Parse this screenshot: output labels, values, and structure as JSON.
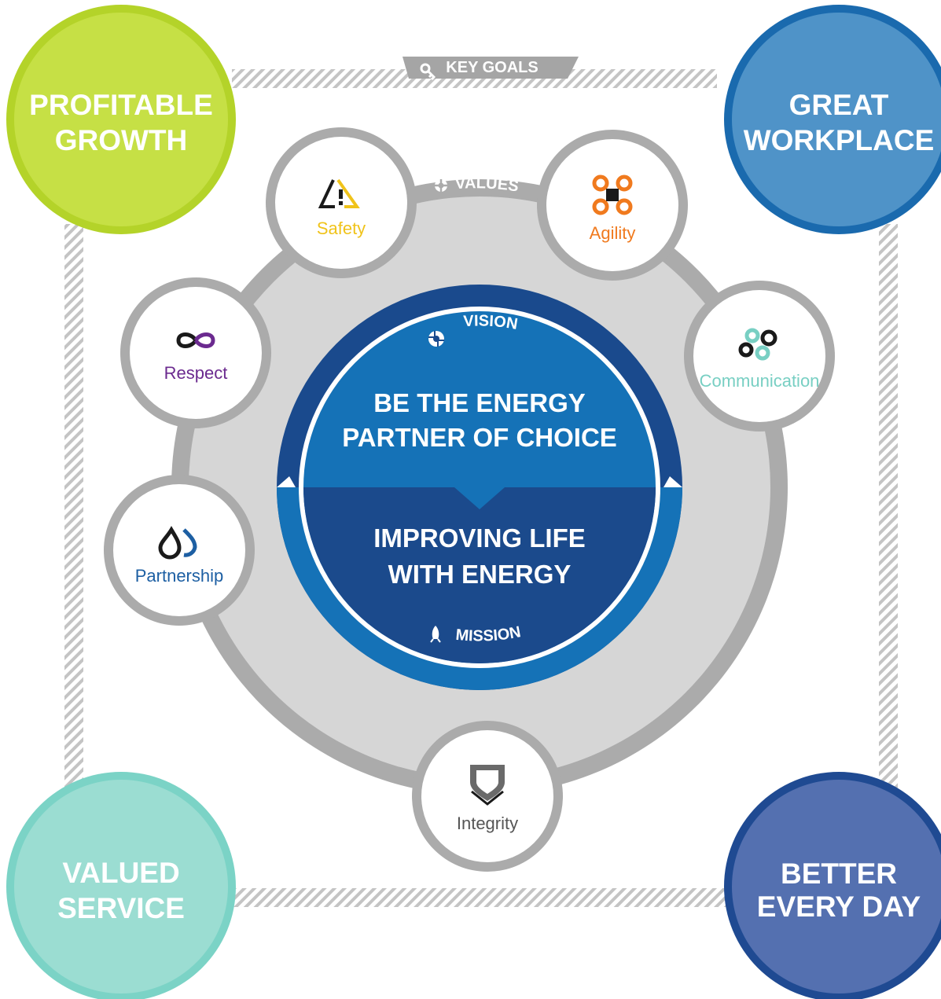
{
  "key_goals_label": "KEY GOALS",
  "values_label": "VALUES",
  "vision": {
    "label": "VISION",
    "line1": "BE THE ENERGY",
    "line2": "PARTNER OF CHOICE"
  },
  "mission": {
    "label": "MISSION",
    "line1": "IMPROVING LIFE",
    "line2": "WITH ENERGY"
  },
  "goals": {
    "profitable": {
      "line1": "PROFITABLE",
      "line2": "GROWTH",
      "color": "#c6e045",
      "border": "#b4d329"
    },
    "workplace": {
      "line1": "GREAT",
      "line2": "WORKPLACE",
      "color": "#4f93c8",
      "border": "#1a6aae"
    },
    "service": {
      "line1": "VALUED",
      "line2": "SERVICE",
      "color": "#9bddd2",
      "border": "#7bd3c6"
    },
    "better": {
      "line1": "BETTER",
      "line2": "EVERY DAY",
      "color": "#5470b0",
      "border": "#1f4a92"
    }
  },
  "values": {
    "safety": {
      "label": "Safety",
      "color": "#f0c31a",
      "icon": "warning-triangle-icon"
    },
    "agility": {
      "label": "Agility",
      "color": "#f07a1e",
      "icon": "command-key-icon"
    },
    "respect": {
      "label": "Respect",
      "color": "#6b2a8f",
      "icon": "infinity-icon"
    },
    "communication": {
      "label": "Communication",
      "color": "#78cfc3",
      "icon": "speech-nodes-icon"
    },
    "partnership": {
      "label": "Partnership",
      "color": "#1d5fa3",
      "icon": "droplets-icon"
    },
    "integrity": {
      "label": "Integrity",
      "color": "#555555",
      "icon": "shield-icon"
    }
  }
}
